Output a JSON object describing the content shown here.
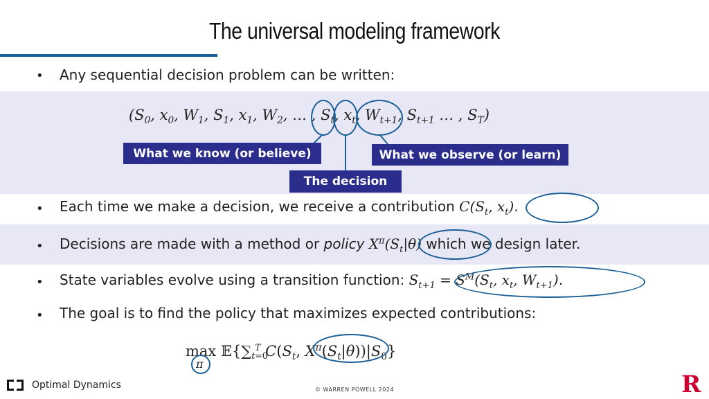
{
  "slide": {
    "title": "The universal modeling framework"
  },
  "bullets": [
    {
      "prefix": "Any sequential decision problem can be written:",
      "suffix": ""
    },
    {
      "prefix": "Each time we make a decision, we receive a contribution ",
      "suffix": "."
    },
    {
      "prefix": "Decisions are made with a method or ",
      "italic": "policy",
      "suffix": " which we design later."
    },
    {
      "prefix": "State variables evolve using a transition function: ",
      "suffix": "."
    },
    {
      "prefix": "The goal is to find the policy that maximizes expected contributions:",
      "suffix": ""
    }
  ],
  "bullet_marker": "•",
  "labels": {
    "know": "What we know (or believe)",
    "decision": "The decision",
    "observe": "What we observe (or learn)"
  },
  "footer": {
    "company": "Optimal Dynamics",
    "copyright": "© WARREN POWELL 2024",
    "university_logo_letter": "R"
  },
  "colors": {
    "accent_blue": "#1a5f95",
    "label_bg": "#2b2d8c",
    "band_bg": "#e7e7f5",
    "logo_red": "#cc0033"
  }
}
